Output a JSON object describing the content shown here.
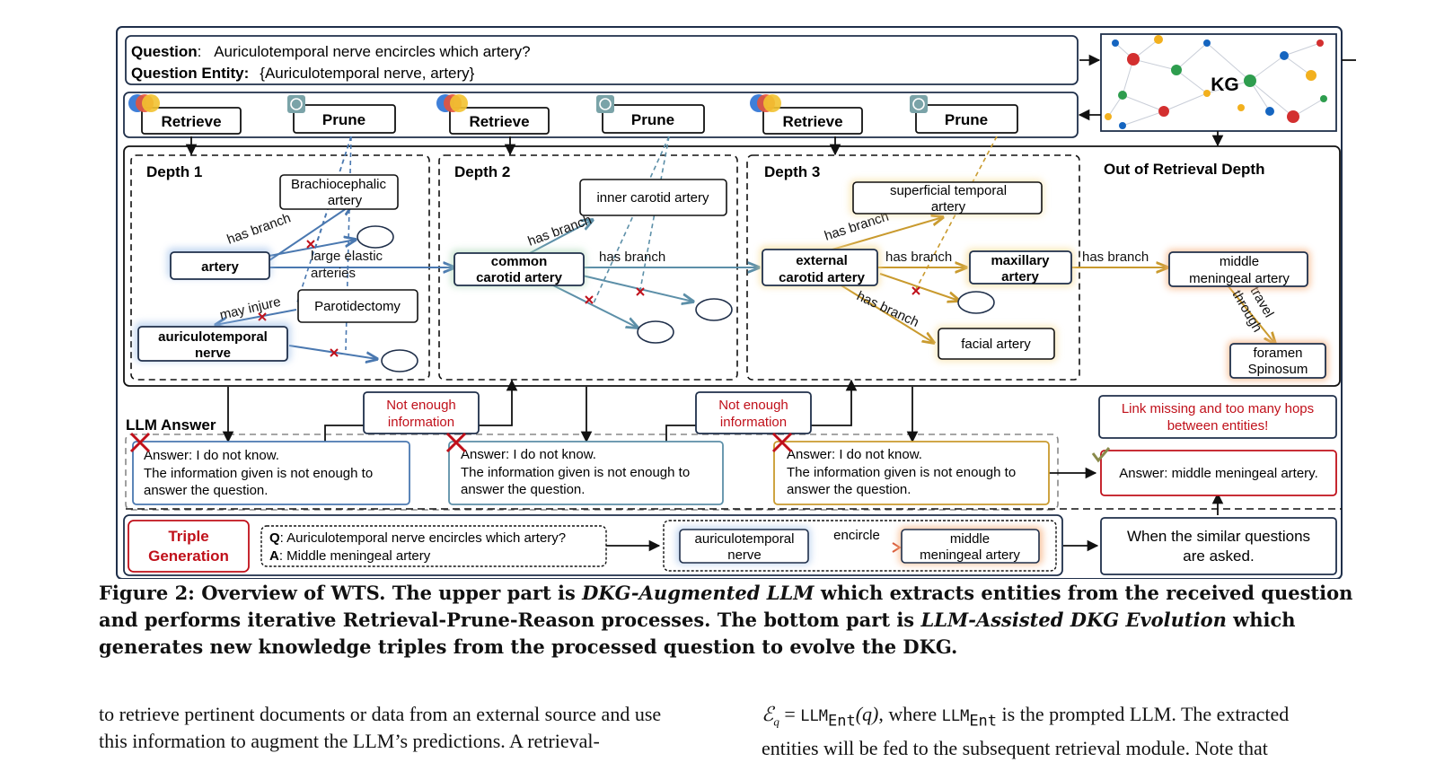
{
  "question": {
    "label": "Question",
    "text": "Auriculotemporal nerve encircles which artery?",
    "entity_label": "Question Entity:",
    "entity_text": "{Auriculotemporal nerve, artery}"
  },
  "kg_label": "KG",
  "ops": {
    "retrieve": "Retrieve",
    "prune": "Prune"
  },
  "depths": {
    "d1": "Depth 1",
    "d2": "Depth 2",
    "d3": "Depth 3",
    "out": "Out of Retrieval Depth"
  },
  "nodes": {
    "brachio1": "Brachiocephalic",
    "brachio2": "artery",
    "artery": "artery",
    "parotid": "Parotidectomy",
    "auric1": "auriculotemporal",
    "auric2": "nerve",
    "common1": "common",
    "common2": "carotid artery",
    "inner": "inner carotid artery",
    "sup1": "superficial temporal",
    "sup2": "artery",
    "ext1": "external",
    "ext2": "carotid artery",
    "max1": "maxillary",
    "max2": "artery",
    "facial": "facial artery",
    "mid1": "middle",
    "mid2": "meningeal artery",
    "fora1": "foramen",
    "fora2": "Spinosum"
  },
  "edges": {
    "has_branch": "has branch",
    "has_branch_wide": "has  branch",
    "large1": "large elastic",
    "large2": "arteries",
    "may_injure": "may injure",
    "travel": "travel",
    "through": "through"
  },
  "answers": {
    "llm_label": "LLM Answer",
    "line1": "Answer: I do not know.",
    "line2": "The information given is not enough to",
    "line3": "answer the question.",
    "not_enough1": "Not enough",
    "not_enough2": "information",
    "link_missing1": "Link missing and too many hops",
    "link_missing2": "between entities!",
    "final": "Answer: middle meningeal artery."
  },
  "triple": {
    "title1": "Triple",
    "title2": "Generation",
    "q_label": "Q",
    "q_text": ": Auriculotemporal nerve encircles which artery?",
    "a_label": "A",
    "a_text": ": Middle meningeal artery",
    "head1": "auriculotemporal",
    "head2": "nerve",
    "relation": "encircle",
    "tail1": "middle",
    "tail2": "meningeal artery",
    "similar1": "When the similar questions",
    "similar2": "are asked."
  },
  "caption": {
    "prefix": "Figure 2: Overview of WTS. The upper part is ",
    "em1": "DKG-Augmented LLM",
    "mid": " which extracts entities from the received question and performs iterative Retrieval-Prune-Reason processes. The bottom part is ",
    "em2": "LLM-Assisted DKG Evolution",
    "suffix": " which generates new knowledge triples from the processed question to evolve the DKG."
  },
  "body": {
    "left": "to retrieve pertinent documents or data from an external source and use this information to augment the LLM’s predictions. A retrieval-",
    "right_eq_lhs": "ℰ",
    "right_eq_sub": "q",
    "right_eq_eq": " = ",
    "right_llm": "LLM",
    "right_ent": "Ent",
    "right_arg": "(q)",
    "right_where": ", where ",
    "right_rest1": " is the prompted LLM. The extracted",
    "right_rest2": "entities will be fed to the subsequent retrieval module. Note that"
  },
  "colors": {
    "frame": "#1f2f4a",
    "blue": "#4a78b0",
    "teal": "#5c8fa8",
    "gold": "#c99a2e",
    "red": "#c0101a",
    "red_text": "#c0101a",
    "green_glow": "#7aa886",
    "orange_glow": "#f2a06a"
  }
}
